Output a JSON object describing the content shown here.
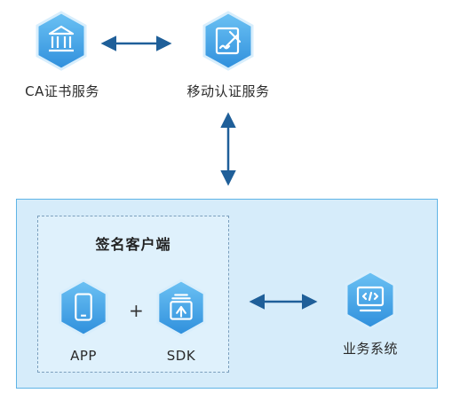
{
  "nodes": {
    "ca": {
      "label": "CA证书服务",
      "icon": "bank-icon"
    },
    "mobile_auth": {
      "label": "移动认证服务",
      "icon": "signature-edit-icon"
    },
    "app": {
      "label": "APP",
      "icon": "smartphone-icon"
    },
    "sdk": {
      "label": "SDK",
      "icon": "stacked-package-icon"
    },
    "business": {
      "label": "业务系统",
      "icon": "code-monitor-icon"
    }
  },
  "client_group": {
    "title": "签名客户端",
    "join_symbol": "+"
  },
  "colors": {
    "hex_fill_top": "#6cc2f4",
    "hex_fill_bottom": "#2f8fdc",
    "hex_edge": "#d8eefc",
    "arrow": "#1f5f99",
    "outer_box_fill": "#d6ecfa",
    "outer_box_border": "#5fb4e6",
    "inner_box_fill": "#dff1fc",
    "inner_box_border": "#7b9fbd"
  }
}
